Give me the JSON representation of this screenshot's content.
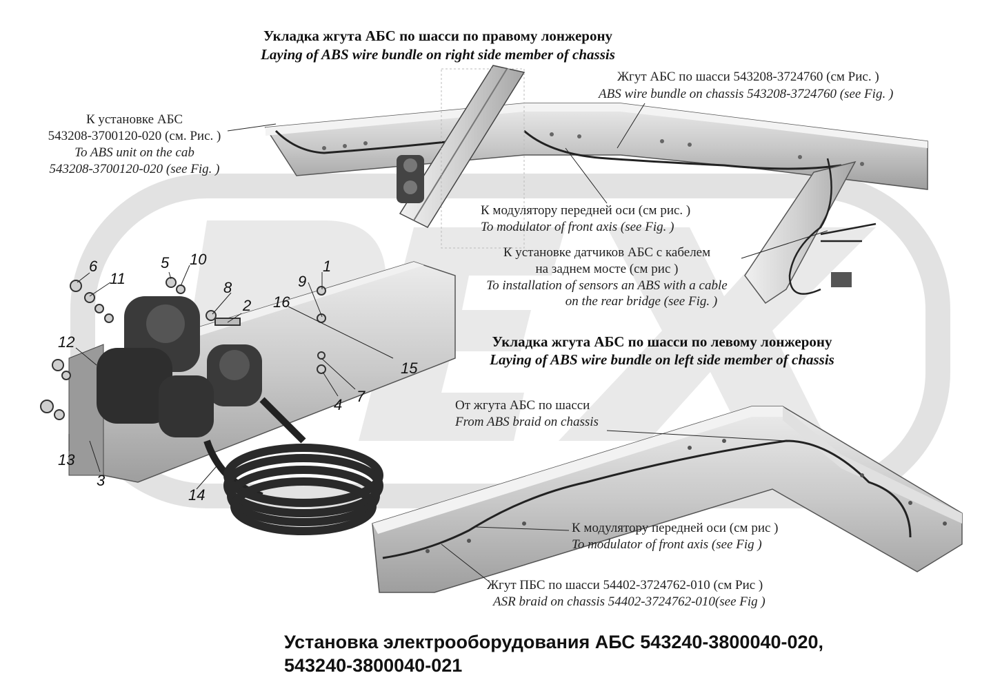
{
  "watermark": {
    "text": "PE X"
  },
  "right_member": {
    "title_ru": "Укладка жгута АБС по шасси по правому лонжерону",
    "title_en": "Laying of ABS wire bundle on right side member of chassis"
  },
  "left_member": {
    "title_ru": "Укладка жгута АБС по шасси по левому лонжерону",
    "title_en": "Laying of ABS wire bundle on left side member of chassis"
  },
  "callouts": {
    "abs_unit": {
      "ru1": "К установке АБС",
      "ru2": "543208-3700120-020 (см. Рис. )",
      "en1": "To ABS unit on the cab",
      "en2": "543208-3700120-020 (see Fig.   )"
    },
    "bundle_chassis": {
      "ru": "Жгут АБС по шасси 543208-3724760 (см Рис.   )",
      "en": "ABS wire bundle on chassis 543208-3724760 (see Fig.   )"
    },
    "modulator_top": {
      "ru": "К модулятору передней оси (см рис.    )",
      "en": "To modulator of front axis (see Fig.     )"
    },
    "sensors": {
      "ru1": "К установке датчиков АБС с кабелем",
      "ru2": "на заднем мосте (см рис    )",
      "en1": "To installation of sensors an ABS with a cable",
      "en2": "on the rear bridge (see Fig. )"
    },
    "from_braid": {
      "ru": "От жгута АБС по шасси",
      "en": "From ABS braid on chassis"
    },
    "modulator_bottom": {
      "ru": "К модулятору передней оси (см рис    )",
      "en": "To modulator of front axis (see Fig     )"
    },
    "asr_braid": {
      "ru": "Жгут ПБС по шасси 54402-3724762-010 (см Рис    )",
      "en": "ASR braid on chassis 54402-3724762-010(see Fig    )"
    }
  },
  "part_numbers": [
    "1",
    "2",
    "3",
    "4",
    "5",
    "6",
    "7",
    "8",
    "9",
    "10",
    "11",
    "12",
    "13",
    "14",
    "15",
    "16"
  ],
  "caption": {
    "line1": "Установка электрооборудования АБС 543240-3800040-020,",
    "line2": "543240-3800040-021"
  },
  "colors": {
    "ink": "#1a1a1a",
    "metal": "#cfcfcf",
    "watermark": "#e3e3e3"
  }
}
